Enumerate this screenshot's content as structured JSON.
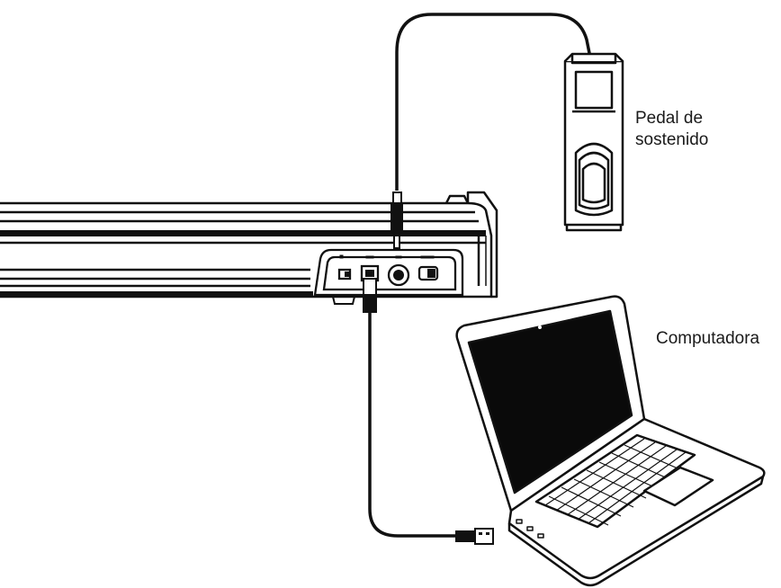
{
  "labels": {
    "pedal_line1": "Pedal de",
    "pedal_line2": "sostenido",
    "computer": "Computadora"
  },
  "colors": {
    "ink": "#111111",
    "screen": "#0a0a0a",
    "background": "#ffffff"
  }
}
